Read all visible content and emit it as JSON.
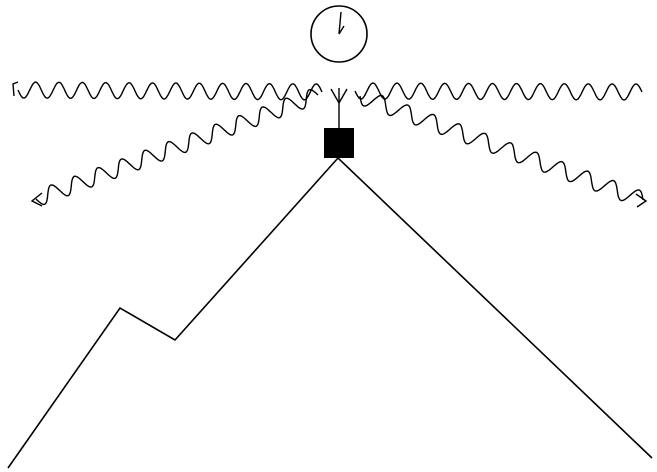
{
  "diagram": {
    "background": "#ffffff",
    "stroke_color": "#000000",
    "elements": [
      {
        "name": "mountain-outline",
        "kind": "mountain"
      },
      {
        "name": "summit-box",
        "kind": "box",
        "color": "#000000"
      },
      {
        "name": "antenna-icon",
        "kind": "antenna"
      },
      {
        "name": "clock-icon",
        "kind": "clock"
      },
      {
        "name": "horizontal-wave-left",
        "kind": "wave"
      },
      {
        "name": "horizontal-wave-right",
        "kind": "wave"
      },
      {
        "name": "diagonal-wave-left",
        "kind": "wave"
      },
      {
        "name": "diagonal-wave-right",
        "kind": "wave"
      }
    ]
  }
}
